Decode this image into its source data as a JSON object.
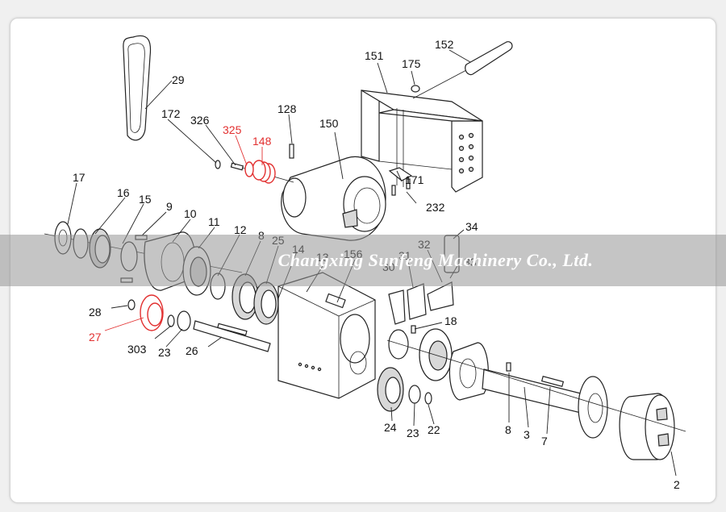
{
  "diagram": {
    "watermark": "Changxing Sunfeng Machinery Co., Ltd.",
    "accent_color": "#e23030",
    "labels": [
      {
        "id": "29",
        "text": "29",
        "highlight": false
      },
      {
        "id": "172",
        "text": "172",
        "highlight": false
      },
      {
        "id": "326",
        "text": "326",
        "highlight": false
      },
      {
        "id": "325",
        "text": "325",
        "highlight": true
      },
      {
        "id": "148",
        "text": "148",
        "highlight": true
      },
      {
        "id": "128",
        "text": "128",
        "highlight": false
      },
      {
        "id": "150",
        "text": "150",
        "highlight": false
      },
      {
        "id": "151",
        "text": "151",
        "highlight": false
      },
      {
        "id": "175",
        "text": "175",
        "highlight": false
      },
      {
        "id": "152",
        "text": "152",
        "highlight": false
      },
      {
        "id": "171",
        "text": "171",
        "highlight": false
      },
      {
        "id": "232",
        "text": "232",
        "highlight": false
      },
      {
        "id": "34",
        "text": "34",
        "highlight": false
      },
      {
        "id": "32",
        "text": "32",
        "highlight": false
      },
      {
        "id": "33",
        "text": "33",
        "highlight": false
      },
      {
        "id": "31",
        "text": "31",
        "highlight": false
      },
      {
        "id": "30",
        "text": "30",
        "highlight": false
      },
      {
        "id": "17",
        "text": "17",
        "highlight": false
      },
      {
        "id": "16",
        "text": "16",
        "highlight": false
      },
      {
        "id": "15",
        "text": "15",
        "highlight": false
      },
      {
        "id": "9",
        "text": "9",
        "highlight": false
      },
      {
        "id": "10",
        "text": "10",
        "highlight": false
      },
      {
        "id": "11",
        "text": "11",
        "highlight": false
      },
      {
        "id": "12",
        "text": "12",
        "highlight": false
      },
      {
        "id": "8a",
        "text": "8",
        "highlight": false
      },
      {
        "id": "25",
        "text": "25",
        "highlight": false
      },
      {
        "id": "14",
        "text": "14",
        "highlight": false
      },
      {
        "id": "13",
        "text": "13",
        "highlight": false
      },
      {
        "id": "156",
        "text": "156",
        "highlight": false
      },
      {
        "id": "28",
        "text": "28",
        "highlight": false
      },
      {
        "id": "27",
        "text": "27",
        "highlight": true
      },
      {
        "id": "303",
        "text": "303",
        "highlight": false
      },
      {
        "id": "23a",
        "text": "23",
        "highlight": false
      },
      {
        "id": "26",
        "text": "26",
        "highlight": false
      },
      {
        "id": "18",
        "text": "18",
        "highlight": false
      },
      {
        "id": "24",
        "text": "24",
        "highlight": false
      },
      {
        "id": "23b",
        "text": "23",
        "highlight": false
      },
      {
        "id": "22",
        "text": "22",
        "highlight": false
      },
      {
        "id": "8b",
        "text": "8",
        "highlight": false
      },
      {
        "id": "3",
        "text": "3",
        "highlight": false
      },
      {
        "id": "7",
        "text": "7",
        "highlight": false
      },
      {
        "id": "2",
        "text": "2",
        "highlight": false
      }
    ]
  }
}
